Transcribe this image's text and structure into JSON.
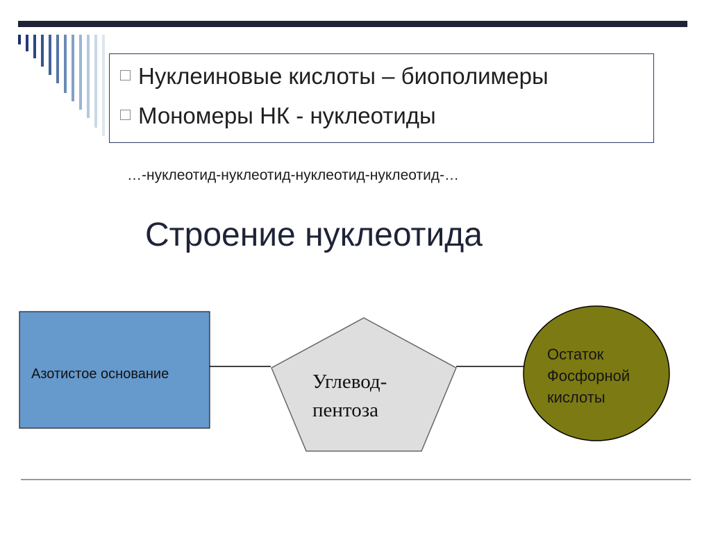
{
  "slide": {
    "bullets": [
      "Нуклеиновые кислоты – биополимеры",
      "Мономеры НК - нуклеотиды"
    ],
    "chain_text": "…-нуклеотид-нуклеотид-нуклеотид-нуклеотид-…",
    "section_title": "Строение нуклеотида"
  },
  "diagram": {
    "base_label": "Азотистое основание",
    "sugar_label": [
      "Углевод-",
      "пентоза"
    ],
    "phosphate_label": [
      "Остаток",
      "Фосфорной",
      "кислоты"
    ],
    "colors": {
      "base_fill": "#6699cc",
      "sugar_fill": "#dedede",
      "phosphate_fill": "#7c7a12",
      "accent_dark": "#1f2338",
      "stripe_blue": "#3a4a7a"
    }
  }
}
